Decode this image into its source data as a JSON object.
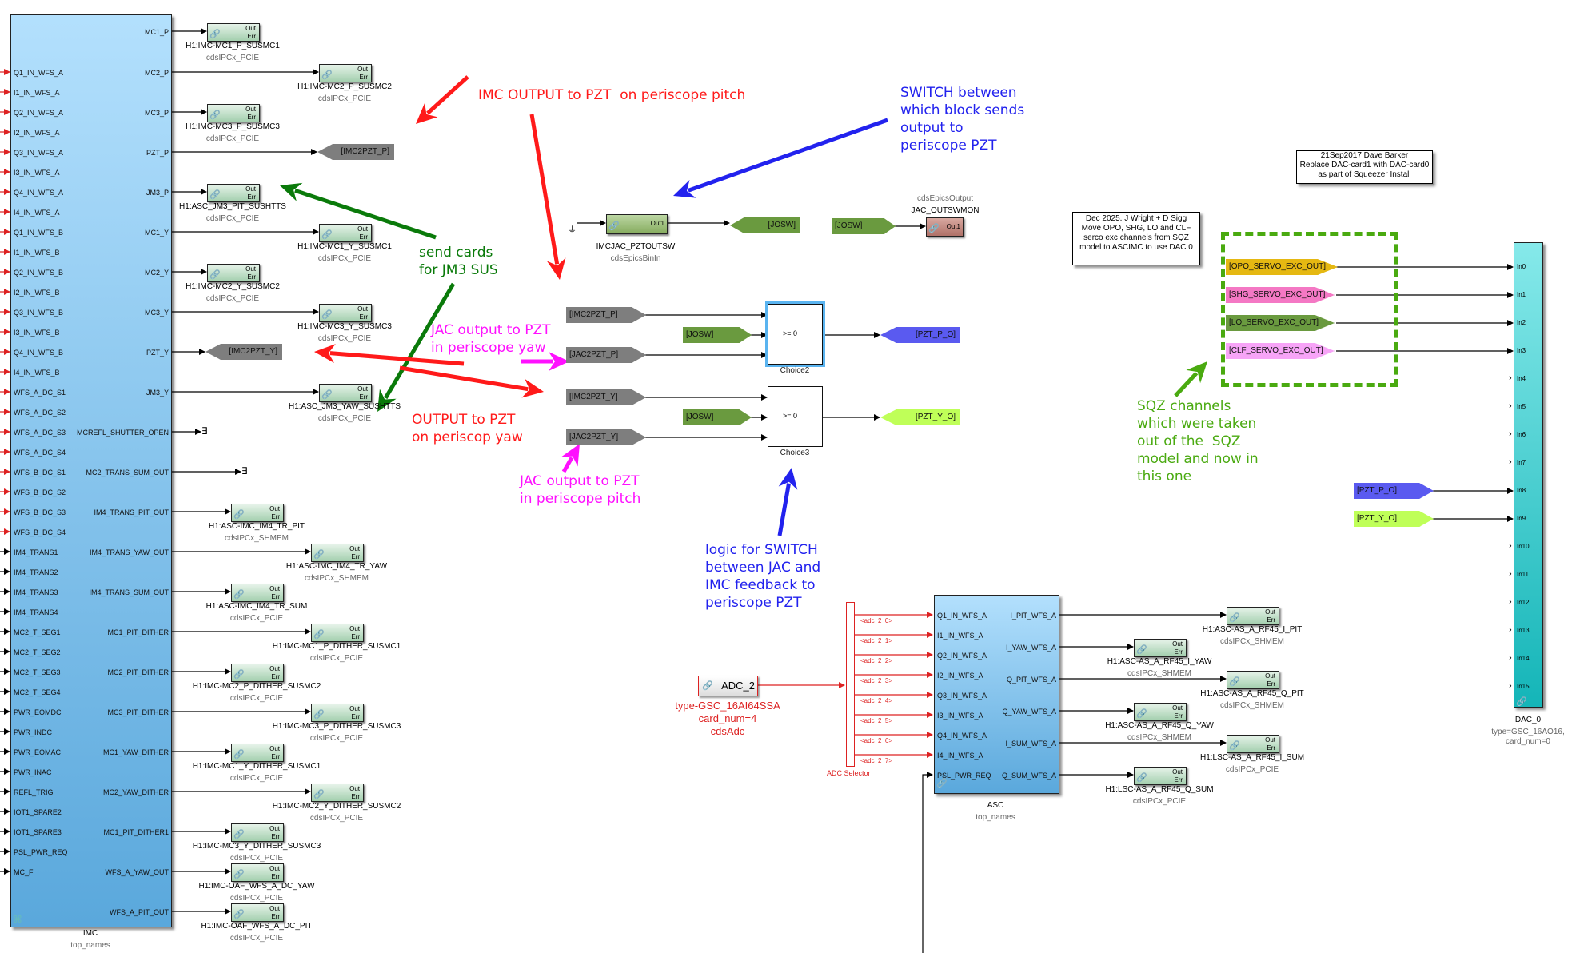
{
  "imc": {
    "name": "IMC",
    "sub": "top_names",
    "inputs": [
      "Q1_IN_WFS_A",
      "I1_IN_WFS_A",
      "Q2_IN_WFS_A",
      "I2_IN_WFS_A",
      "Q3_IN_WFS_A",
      "I3_IN_WFS_A",
      "Q4_IN_WFS_A",
      "I4_IN_WFS_A",
      "Q1_IN_WFS_B",
      "I1_IN_WFS_B",
      "Q2_IN_WFS_B",
      "I2_IN_WFS_B",
      "Q3_IN_WFS_B",
      "I3_IN_WFS_B",
      "Q4_IN_WFS_B",
      "I4_IN_WFS_B",
      "WFS_A_DC_S1",
      "WFS_A_DC_S2",
      "WFS_A_DC_S3",
      "WFS_A_DC_S4",
      "WFS_B_DC_S1",
      "WFS_B_DC_S2",
      "WFS_B_DC_S3",
      "WFS_B_DC_S4",
      "IM4_TRANS1",
      "IM4_TRANS2",
      "IM4_TRANS3",
      "IM4_TRANS4",
      "MC2_T_SEG1",
      "MC2_T_SEG2",
      "MC2_T_SEG3",
      "MC2_T_SEG4",
      "PWR_EOMDC",
      "PWR_INDC",
      "PWR_EOMAC",
      "PWR_INAC",
      "REFL_TRIG",
      "IOT1_SPARE2",
      "IOT1_SPARE3",
      "PSL_PWR_REQ",
      "MC_F"
    ],
    "red_input_count": 24,
    "outputs": [
      "MC1_P",
      "MC2_P",
      "MC3_P",
      "PZT_P",
      "JM3_P",
      "MC1_Y",
      "MC2_Y",
      "MC3_Y",
      "PZT_Y",
      "JM3_Y",
      "MCREFL_SHUTTER_OPEN",
      "MC2_TRANS_SUM_OUT",
      "IM4_TRANS_PIT_OUT",
      "IM4_TRANS_YAW_OUT",
      "IM4_TRANS_SUM_OUT",
      "MC1_PIT_DITHER",
      "MC2_PIT_DITHER",
      "MC3_PIT_DITHER",
      "MC1_YAW_DITHER",
      "MC2_YAW_DITHER",
      "MC1_PIT_DITHER1",
      "WFS_A_YAW_OUT",
      "WFS_A_PIT_OUT"
    ]
  },
  "imc_ipc": [
    {
      "port": "MC1_P",
      "col": "near",
      "name": "H1:IMC-MC1_P_SUSMC1",
      "type": "cdsIPCx_PCIE"
    },
    {
      "port": "MC2_P",
      "col": "far",
      "name": "H1:IMC-MC2_P_SUSMC2",
      "type": "cdsIPCx_PCIE"
    },
    {
      "port": "MC3_P",
      "col": "near",
      "name": "H1:IMC-MC3_P_SUSMC3",
      "type": "cdsIPCx_PCIE"
    },
    {
      "port": "JM3_P",
      "col": "near",
      "name": "H1:ASC_JM3_PIT_SUSHTTS",
      "type": "cdsIPCx_PCIE"
    },
    {
      "port": "MC1_Y",
      "col": "far",
      "name": "H1:IMC-MC1_Y_SUSMC1",
      "type": "cdsIPCx_PCIE"
    },
    {
      "port": "MC2_Y",
      "col": "near",
      "name": "H1:IMC-MC2_Y_SUSMC2",
      "type": "cdsIPCx_PCIE"
    },
    {
      "port": "MC3_Y",
      "col": "far",
      "name": "H1:IMC-MC3_Y_SUSMC3",
      "type": "cdsIPCx_PCIE"
    },
    {
      "port": "JM3_Y",
      "col": "far",
      "name": "H1:ASC_JM3_YAW_SUSHTTS",
      "type": "cdsIPCx_PCIE"
    },
    {
      "port": "IM4_TRANS_PIT_OUT",
      "col": "near",
      "name": "H1:ASC-IMC_IM4_TR_PIT",
      "type": "cdsIPCx_SHMEM"
    },
    {
      "port": "IM4_TRANS_YAW_OUT",
      "col": "far",
      "name": "H1:ASC-IMC_IM4_TR_YAW",
      "type": "cdsIPCx_SHMEM"
    },
    {
      "port": "IM4_TRANS_SUM_OUT",
      "col": "near",
      "name": "H1:ASC-IMC_IM4_TR_SUM",
      "type": "cdsIPCx_PCIE"
    },
    {
      "port": "MC1_PIT_DITHER",
      "col": "far",
      "name": "H1:IMC-MC1_P_DITHER_SUSMC1",
      "type": "cdsIPCx_PCIE"
    },
    {
      "port": "MC2_PIT_DITHER",
      "col": "near",
      "name": "H1:IMC-MC2_P_DITHER_SUSMC2",
      "type": "cdsIPCx_PCIE"
    },
    {
      "port": "MC3_PIT_DITHER",
      "col": "far",
      "name": "H1:IMC-MC3_P_DITHER_SUSMC3",
      "type": "cdsIPCx_PCIE"
    },
    {
      "port": "MC1_YAW_DITHER",
      "col": "near",
      "name": "H1:IMC-MC1_Y_DITHER_SUSMC1",
      "type": "cdsIPCx_PCIE"
    },
    {
      "port": "MC2_YAW_DITHER",
      "col": "far",
      "name": "H1:IMC-MC2_Y_DITHER_SUSMC2",
      "type": "cdsIPCx_PCIE"
    },
    {
      "port": "MC1_PIT_DITHER1",
      "col": "near",
      "name": "H1:IMC-MC3_Y_DITHER_SUSMC3",
      "type": "cdsIPCx_PCIE"
    },
    {
      "port": "WFS_A_YAW_OUT",
      "col": "near",
      "name": "H1:IMC-OAF_WFS_A_DC_YAW",
      "type": "cdsIPCx_PCIE"
    },
    {
      "port": "WFS_A_PIT_OUT",
      "col": "near",
      "name": "H1:IMC-OAF_WFS_A_DC_PIT",
      "type": "cdsIPCx_PCIE"
    }
  ],
  "imc_goto": [
    {
      "port": "PZT_P",
      "label": "[IMC2PZT_P]"
    },
    {
      "port": "PZT_Y",
      "label": "[IMC2PZT_Y]"
    }
  ],
  "terminators": [
    "MCREFL_SHUTTER_OPEN",
    "MC2_TRANS_SUM_OUT"
  ],
  "epics_in": {
    "name": "IMCJAC_PZTOUTSW",
    "sub": "cdsEpicsBinIn",
    "port_out": "Out1",
    "goto": "[JOSW]"
  },
  "epics_out": {
    "type": "cdsEpicsOutput",
    "name": "JAC_OUTSWMON",
    "port_out": "Out1",
    "from": "[JOSW]"
  },
  "switches": [
    {
      "name": "Choice2",
      "cond": ">= 0",
      "in_top": "[IMC2PZT_P]",
      "ctrl": "[JOSW]",
      "in_bot": "[JAC2PZT_P]",
      "out": "[PZT_P_O]",
      "selected": true
    },
    {
      "name": "Choice3",
      "cond": ">= 0",
      "in_top": "[IMC2PZT_Y]",
      "ctrl": "[JOSW]",
      "in_bot": "[JAC2PZT_Y]",
      "out": "[PZT_Y_O]",
      "selected": false
    }
  ],
  "notes": {
    "barker": "21Sep2017 Dave Barker\nReplace DAC-card1 with DAC-card0\nas part of Squeezer Install",
    "wright": "Dec 2025. J Wright + D Sigg\nMove OPO, SHG, LO and CLF\nserco exc channels from SQZ\nmodel to ASCIMC to use DAC 0"
  },
  "annotations": {
    "imc_pitch": "IMC OUTPUT to PZT  on periscope pitch",
    "switch_between": "SWITCH between\nwhich block sends\noutput to\nperiscope PZT",
    "send_cards": "send cards\nfor JM3 SUS",
    "jac_yaw": "JAC output to PZT\nin periscope yaw",
    "output_yaw": "OUTPUT to PZT\non periscop yaw",
    "jac_pitch": "JAC output to PZT\nin periscope pitch",
    "logic_switch": "logic for SWITCH\nbetween JAC and\nIMC feedback to\nperiscope PZT",
    "sqz_channels": "SQZ channels\nwhich were taken\nout of the  SQZ\nmodel and now in\nthis one"
  },
  "sqz_tags": [
    {
      "label": "[OPO_SERVO_EXC_OUT]",
      "color": "gold",
      "dac_port": "In0"
    },
    {
      "label": "[SHG_SERVO_EXC_OUT]",
      "color": "pink",
      "dac_port": "In1"
    },
    {
      "label": "[LO_SERVO_EXC_OUT]",
      "color": "dgreen",
      "dac_port": "In2"
    },
    {
      "label": "[CLF_SERVO_EXC_OUT]",
      "color": "violet",
      "dac_port": "In3"
    }
  ],
  "pzt_tags": [
    {
      "label": "[PZT_P_O]",
      "color": "blue",
      "dac_port": "In8"
    },
    {
      "label": "[PZT_Y_O]",
      "color": "lime",
      "dac_port": "In9"
    }
  ],
  "dac": {
    "name": "DAC_0",
    "sub": "type=GSC_16AO16,\ncard_num=0",
    "ports": [
      "In0",
      "In1",
      "In2",
      "In3",
      "In4",
      "In5",
      "In6",
      "In7",
      "In8",
      "In9",
      "In10",
      "In11",
      "In12",
      "In13",
      "In14",
      "In15"
    ]
  },
  "adc": {
    "name": "ADC_2",
    "sub": "type-GSC_16AI64SSA\ncard_num=4\ncdsAdc",
    "selector_label": "ADC Selector",
    "signals": [
      "<adc_2_0>",
      "<adc_2_1>",
      "<adc_2_2>",
      "<adc_2_3>",
      "<adc_2_4>",
      "<adc_2_5>",
      "<adc_2_6>",
      "<adc_2_7>"
    ]
  },
  "asc": {
    "name": "ASC",
    "sub": "top_names",
    "inputs": [
      "Q1_IN_WFS_A",
      "I1_IN_WFS_A",
      "Q2_IN_WFS_A",
      "I2_IN_WFS_A",
      "Q3_IN_WFS_A",
      "I3_IN_WFS_A",
      "Q4_IN_WFS_A",
      "I4_IN_WFS_A",
      "PSL_PWR_REQ"
    ],
    "outputs": [
      "I_PIT_WFS_A",
      "I_YAW_WFS_A",
      "Q_PIT_WFS_A",
      "Q_YAW_WFS_A",
      "I_SUM_WFS_A",
      "Q_SUM_WFS_A"
    ]
  },
  "asc_ipc": [
    {
      "port": "I_PIT_WFS_A",
      "col": "far",
      "name": "H1:ASC-AS_A_RF45_I_PIT",
      "type": "cdsIPCx_SHMEM"
    },
    {
      "port": "I_YAW_WFS_A",
      "col": "near",
      "name": "H1:ASC-AS_A_RF45_I_YAW",
      "type": "cdsIPCx_SHMEM"
    },
    {
      "port": "Q_PIT_WFS_A",
      "col": "far",
      "name": "H1:ASC-AS_A_RF45_Q_PIT",
      "type": "cdsIPCx_SHMEM"
    },
    {
      "port": "Q_YAW_WFS_A",
      "col": "near",
      "name": "H1:ASC-AS_A_RF45_Q_YAW",
      "type": "cdsIPCx_SHMEM"
    },
    {
      "port": "I_SUM_WFS_A",
      "col": "far",
      "name": "H1:LSC-AS_A_RF45_I_SUM",
      "type": "cdsIPCx_PCIE"
    },
    {
      "port": "Q_SUM_WFS_A",
      "col": "near",
      "name": "H1:LSC-AS_A_RF45_Q_SUM",
      "type": "cdsIPCx_PCIE"
    }
  ],
  "ipc_ports": {
    "out": "Out",
    "err": "Err"
  },
  "colors": {
    "annotation_red": "#ff1a1a",
    "annotation_blue": "#2222ee",
    "annotation_green": "#0a7a0a",
    "annotation_magenta": "#ff10ff",
    "annotation_sqz_green": "#4aaa10",
    "adc_red": "#dd2222"
  }
}
